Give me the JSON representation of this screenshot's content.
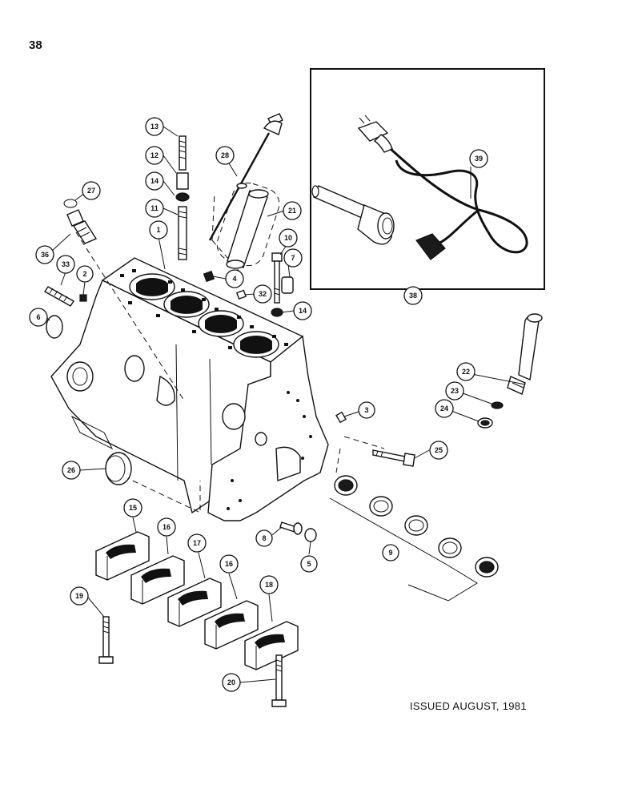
{
  "page_number": "38",
  "footer": "ISSUED AUGUST, 1981",
  "callouts": [
    "1",
    "2",
    "3",
    "4",
    "5",
    "6",
    "7",
    "8",
    "9",
    "10",
    "11",
    "12",
    "13",
    "14",
    "14",
    "15",
    "16",
    "16",
    "17",
    "18",
    "19",
    "20",
    "21",
    "22",
    "23",
    "24",
    "25",
    "26",
    "27",
    "28",
    "32",
    "33",
    "36",
    "38",
    "39"
  ]
}
